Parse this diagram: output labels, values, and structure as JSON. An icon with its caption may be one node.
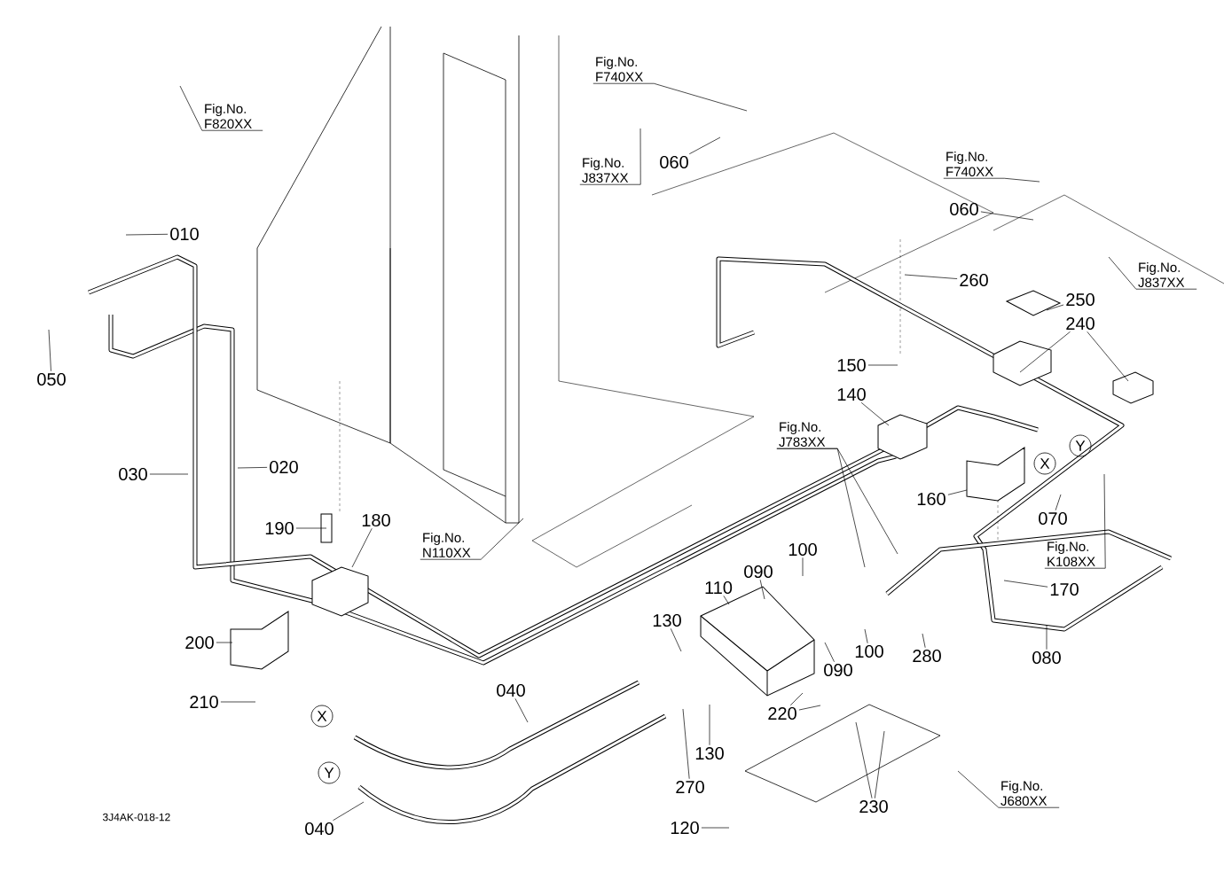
{
  "diagram": {
    "nodes": [
      {
        "text": [
          "Fig.No. F820XX"
        ]
      },
      {
        "text": [
          "010"
        ]
      },
      {
        "text": [
          "050"
        ]
      },
      {
        "text": [
          "Fig.No. F740XX"
        ]
      },
      {
        "text": [
          "Fig.No. J837XX"
        ]
      },
      {
        "text": [
          "060"
        ]
      },
      {
        "text": [
          "Fig.No. F740XX"
        ]
      },
      {
        "text": [
          "060"
        ]
      },
      {
        "text": [
          "Fig.No. J837XX"
        ]
      },
      {
        "text": [
          "260"
        ]
      },
      {
        "text": [
          "250"
        ]
      },
      {
        "text": [
          "240"
        ]
      },
      {
        "text": [
          "150"
        ]
      },
      {
        "text": [
          "140"
        ]
      },
      {
        "text": [
          "Fig.No. J783XX"
        ]
      },
      {
        "text": [
          "160"
        ]
      },
      {
        "text": [
          "070"
        ]
      },
      {
        "text": [
          "Fig.No. K108XX"
        ]
      },
      {
        "text": [
          "030"
        ]
      },
      {
        "text": [
          "020"
        ]
      },
      {
        "text": [
          "190"
        ]
      },
      {
        "text": [
          "180"
        ]
      },
      {
        "text": [
          "Fig.No. N110XX"
        ]
      },
      {
        "text": [
          "110"
        ]
      },
      {
        "text": [
          "090"
        ]
      },
      {
        "text": [
          "100"
        ]
      },
      {
        "text": [
          "130"
        ]
      },
      {
        "text": [
          "090"
        ]
      },
      {
        "text": [
          "100"
        ]
      },
      {
        "text": [
          "280"
        ]
      },
      {
        "text": [
          "170"
        ]
      },
      {
        "text": [
          "080"
        ]
      },
      {
        "text": [
          "200"
        ]
      },
      {
        "text": [
          "210"
        ]
      },
      {
        "text": [
          "040"
        ]
      },
      {
        "text": [
          "220"
        ]
      },
      {
        "text": [
          "270"
        ]
      },
      {
        "text": [
          "130"
        ]
      },
      {
        "text": [
          "230"
        ]
      },
      {
        "text": [
          "Fig.No. J680XX"
        ]
      },
      {
        "text": [
          "120"
        ]
      },
      {
        "text": [
          "040"
        ]
      },
      {
        "text": [
          "X"
        ]
      },
      {
        "text": [
          "Y"
        ]
      },
      {
        "text": [
          "X"
        ]
      },
      {
        "text": [
          "Y"
        ]
      }
    ],
    "edges": [
      {
        "from": 0,
        "to": null,
        "arrow": "none"
      },
      {
        "from": 1,
        "to": null,
        "arrow": "none"
      },
      {
        "from": 2,
        "to": null,
        "arrow": "none"
      },
      {
        "from": 3,
        "to": null,
        "arrow": "none"
      },
      {
        "from": 4,
        "to": null,
        "arrow": "none"
      },
      {
        "from": 5,
        "to": null,
        "arrow": "none"
      },
      {
        "from": 6,
        "to": null,
        "arrow": "none"
      },
      {
        "from": 7,
        "to": null,
        "arrow": "none"
      },
      {
        "from": 8,
        "to": null,
        "arrow": "none"
      },
      {
        "from": 9,
        "to": null,
        "arrow": "none"
      },
      {
        "from": 10,
        "to": null,
        "arrow": "none"
      },
      {
        "from": 11,
        "to": null,
        "arrow": "none"
      },
      {
        "from": 11,
        "to": null,
        "arrow": "none"
      },
      {
        "from": 12,
        "to": null,
        "arrow": "none"
      },
      {
        "from": 13,
        "to": null,
        "arrow": "none"
      },
      {
        "from": 14,
        "to": null,
        "arrow": "none"
      },
      {
        "from": 14,
        "to": null,
        "arrow": "none"
      },
      {
        "from": 15,
        "to": null,
        "arrow": "none"
      },
      {
        "from": 16,
        "to": null,
        "arrow": "none"
      },
      {
        "from": 17,
        "to": null,
        "arrow": "none"
      },
      {
        "from": 18,
        "to": null,
        "arrow": "none"
      },
      {
        "from": 19,
        "to": null,
        "arrow": "none"
      },
      {
        "from": 20,
        "to": null,
        "arrow": "none"
      },
      {
        "from": 21,
        "to": null,
        "arrow": "none"
      },
      {
        "from": 22,
        "to": null,
        "arrow": "none"
      },
      {
        "from": 23,
        "to": null,
        "arrow": "none"
      },
      {
        "from": 24,
        "to": null,
        "arrow": "none"
      },
      {
        "from": 25,
        "to": null,
        "arrow": "none"
      },
      {
        "from": 26,
        "to": null,
        "arrow": "none"
      },
      {
        "from": 27,
        "to": null,
        "arrow": "none"
      },
      {
        "from": 28,
        "to": null,
        "arrow": "none"
      },
      {
        "from": 29,
        "to": null,
        "arrow": "none"
      },
      {
        "from": 30,
        "to": null,
        "arrow": "none"
      },
      {
        "from": 31,
        "to": null,
        "arrow": "none"
      },
      {
        "from": 32,
        "to": null,
        "arrow": "none"
      },
      {
        "from": 33,
        "to": null,
        "arrow": "none"
      },
      {
        "from": 34,
        "to": null,
        "arrow": "none"
      },
      {
        "from": 35,
        "to": null,
        "arrow": "none"
      },
      {
        "from": 35,
        "to": null,
        "arrow": "none"
      },
      {
        "from": 36,
        "to": null,
        "arrow": "none"
      },
      {
        "from": 37,
        "to": null,
        "arrow": "none"
      },
      {
        "from": 38,
        "to": null,
        "arrow": "none"
      },
      {
        "from": 38,
        "to": null,
        "arrow": "none"
      },
      {
        "from": 39,
        "to": null,
        "arrow": "none"
      },
      {
        "from": 40,
        "to": null,
        "arrow": "none"
      },
      {
        "from": 41,
        "to": null,
        "arrow": "none"
      }
    ],
    "labels": [
      "3J4AK-018-12"
    ]
  }
}
